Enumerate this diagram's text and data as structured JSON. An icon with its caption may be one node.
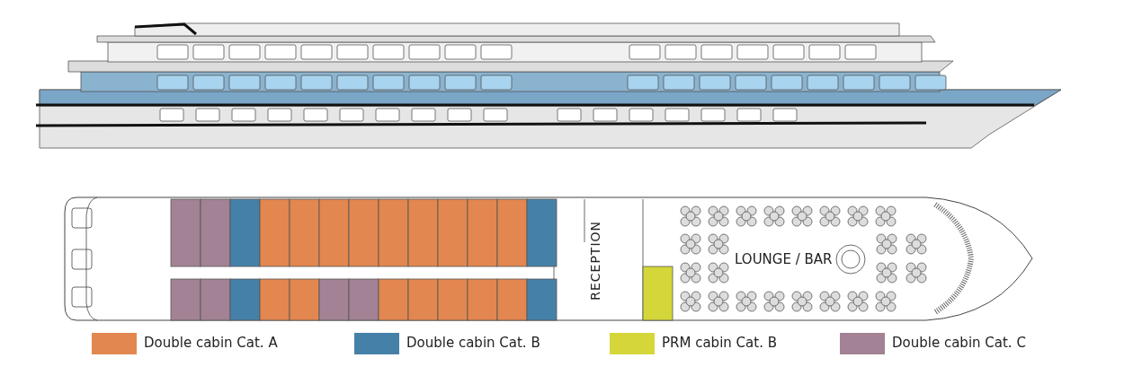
{
  "diagram": {
    "labels": [
      "RECEPTION",
      "LOUNGE / BAR"
    ],
    "legend": [
      {
        "text": "Double cabin Cat. A",
        "color": "#e2874f"
      },
      {
        "text": "Double cabin Cat. B",
        "color": "#4580a8"
      },
      {
        "text": "PRM cabin Cat. B",
        "color": "#d4d63a"
      },
      {
        "text": "Double cabin Cat. C",
        "color": "#a28294"
      }
    ]
  }
}
